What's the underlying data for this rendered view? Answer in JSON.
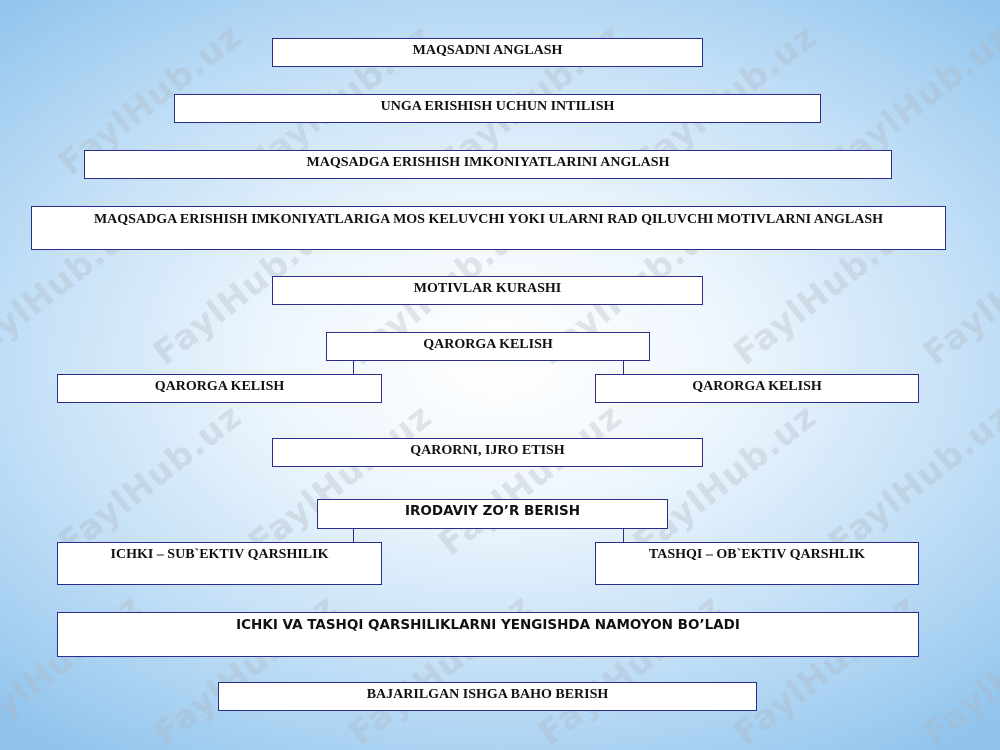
{
  "watermark": "FaylHub.uz",
  "boxes": {
    "maqsadni_anglash": "MAQSADNI ANGLASH",
    "erishish_intilish": "UNGA ERISHISH UCHUN INTILISH",
    "imkoniyatlarini_anglash": "MAQSADGA ERISHISH IMKONIYATLARINI ANGLASH",
    "motivlarni_anglash": "MAQSADGA ERISHISH IMKONIYATLARIGA MOS KELUVCHI YOKI ULARNI RAD QILUVCHI MOTIVLARNI ANGLASH",
    "motivlar_kurashi": "MOTIVLAR KURASHI",
    "qarorga_kelish": "QARORGA KELISH",
    "qarorga_kelish_left": "QARORGA KELISH",
    "qarorga_kelish_right": "QARORGA KELISH",
    "qarorni_ijro": "QARORNI, IJRO ETISH",
    "irodaviy": "IRODAVIY ZO’R BERISH",
    "ichki": "ICHKI – SUB`EKTIV QARSHILIK",
    "tashqi": "TASHQI – OB`EKTIV QARSHLIK",
    "yengishda": "ICHKI VA TASHQI QARSHILIKLARNI YENGISHDA NAMOYON BO’LADI",
    "baho": "BAJARILGAN ISHGA BAHO BERISH"
  }
}
